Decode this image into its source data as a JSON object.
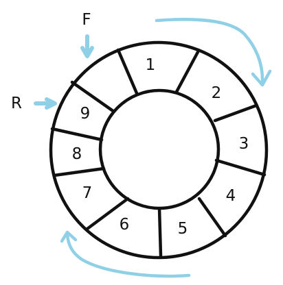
{
  "queue": {
    "slots": [
      "1",
      "2",
      "3",
      "4",
      "5",
      "6",
      "7",
      "8",
      "9"
    ],
    "front_label": "F",
    "rear_label": "R"
  },
  "colors": {
    "outline": "#111111",
    "arrow": "#8fd0e6",
    "background": "#ffffff"
  }
}
